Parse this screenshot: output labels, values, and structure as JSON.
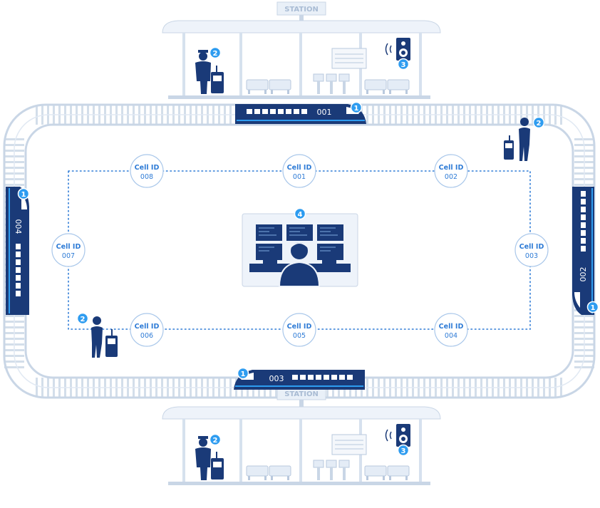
{
  "stations": [
    {
      "sign": "STATION"
    },
    {
      "sign": "STATION"
    }
  ],
  "badges": {
    "train": "1",
    "handheld": "2",
    "speaker": "3",
    "dispatch": "4"
  },
  "trains": [
    {
      "number": "001"
    },
    {
      "number": "002"
    },
    {
      "number": "003"
    },
    {
      "number": "004"
    }
  ],
  "cells": [
    {
      "label": "Cell ID",
      "id": "001"
    },
    {
      "label": "Cell ID",
      "id": "002"
    },
    {
      "label": "Cell ID",
      "id": "003"
    },
    {
      "label": "Cell ID",
      "id": "004"
    },
    {
      "label": "Cell ID",
      "id": "005"
    },
    {
      "label": "Cell ID",
      "id": "006"
    },
    {
      "label": "Cell ID",
      "id": "007"
    },
    {
      "label": "Cell ID",
      "id": "008"
    }
  ],
  "colors": {
    "navy": "#1a3a78",
    "accent": "#2e9cf0",
    "line": "#c9d6e6",
    "light": "#e9f0f8",
    "dot": "#2e7bd6"
  }
}
